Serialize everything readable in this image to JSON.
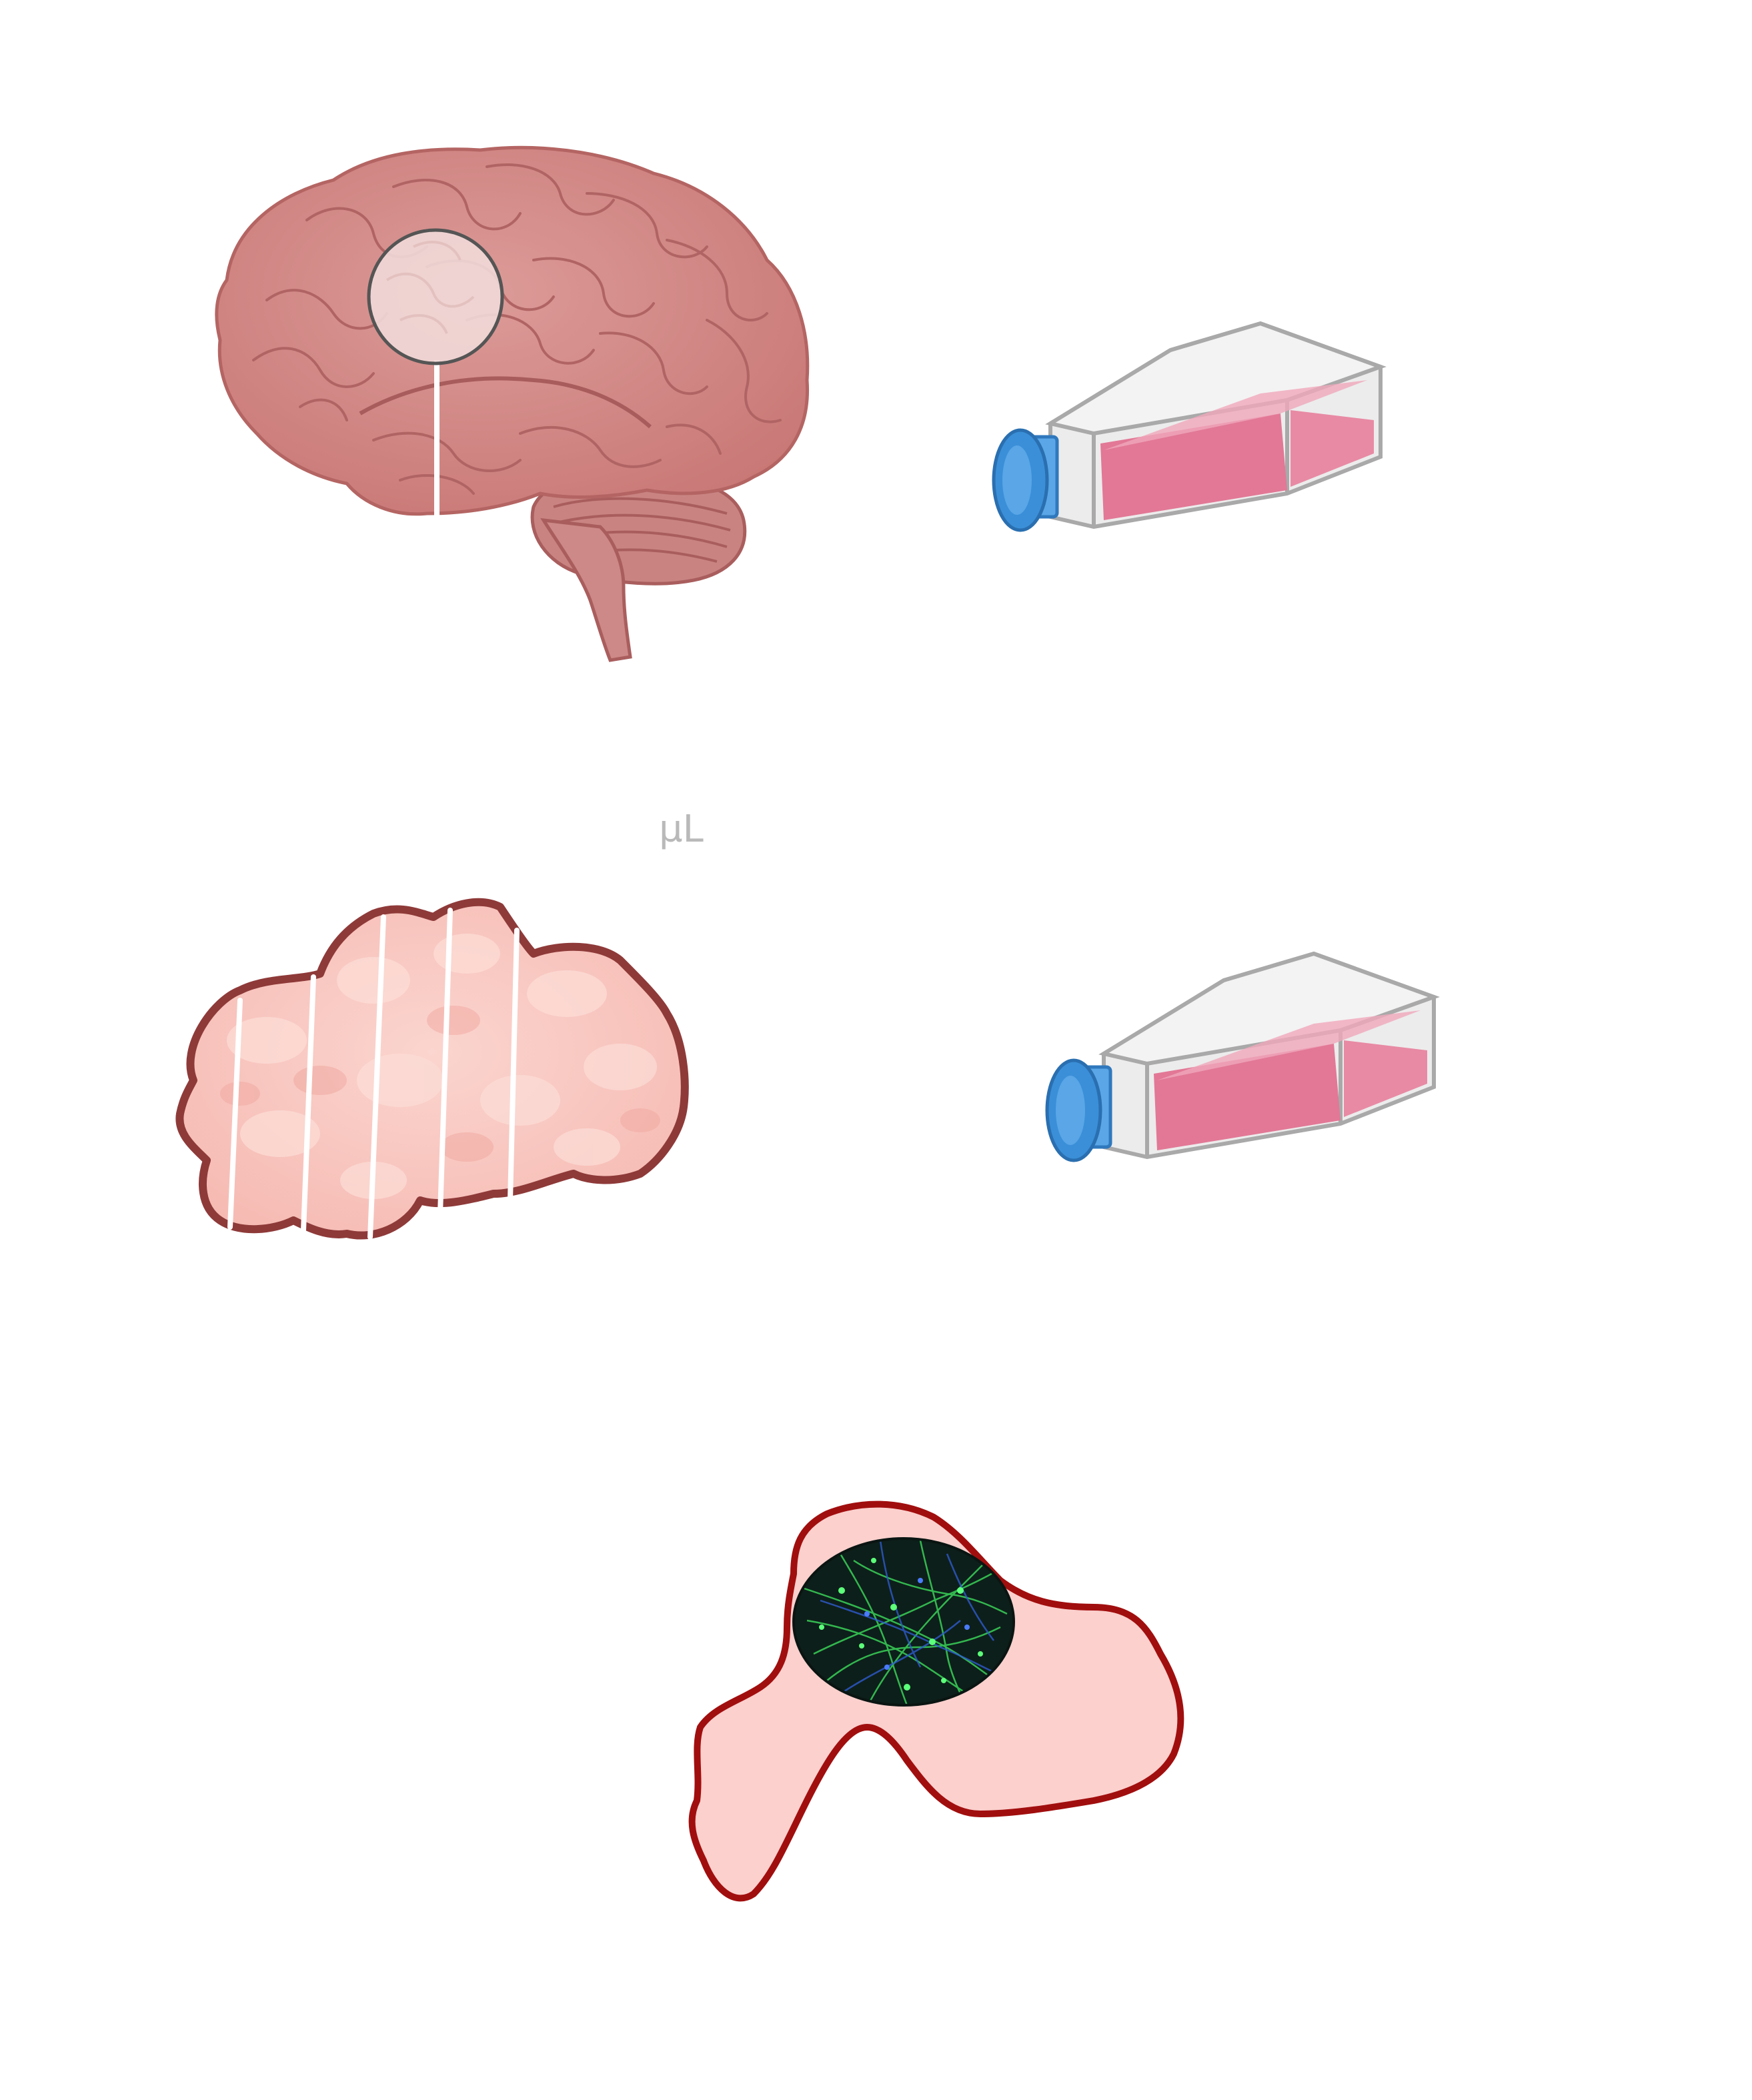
{
  "diagram": {
    "small_label": "µL",
    "illustrations": [
      {
        "name": "brain",
        "description_tag": "brain-with-biopsy-marker"
      },
      {
        "name": "culture-flask-top",
        "description_tag": "cell-culture-flask"
      },
      {
        "name": "tissue-sample",
        "description_tag": "sliced-tissue"
      },
      {
        "name": "culture-flask-bottom",
        "description_tag": "cell-culture-flask"
      },
      {
        "name": "cell-with-micrograph",
        "description_tag": "cell-with-fluorescence-inset"
      }
    ]
  },
  "colors": {
    "brain_fill": "#d48a89",
    "brain_dark": "#b86a6a",
    "brain_light": "#e8b3b0",
    "flask_cap": "#3a8fd8",
    "flask_liquid": "#e27896",
    "flask_glass": "#e6e6e6",
    "tissue_fill": "#f8c4bd",
    "tissue_outline": "#8e3a39",
    "cell_fill": "#fbd0cd",
    "cell_outline": "#a10e0e",
    "micro_bg": "#0d1f1a",
    "micro_green": "#3bd35a",
    "micro_blue": "#2f5cd0"
  }
}
